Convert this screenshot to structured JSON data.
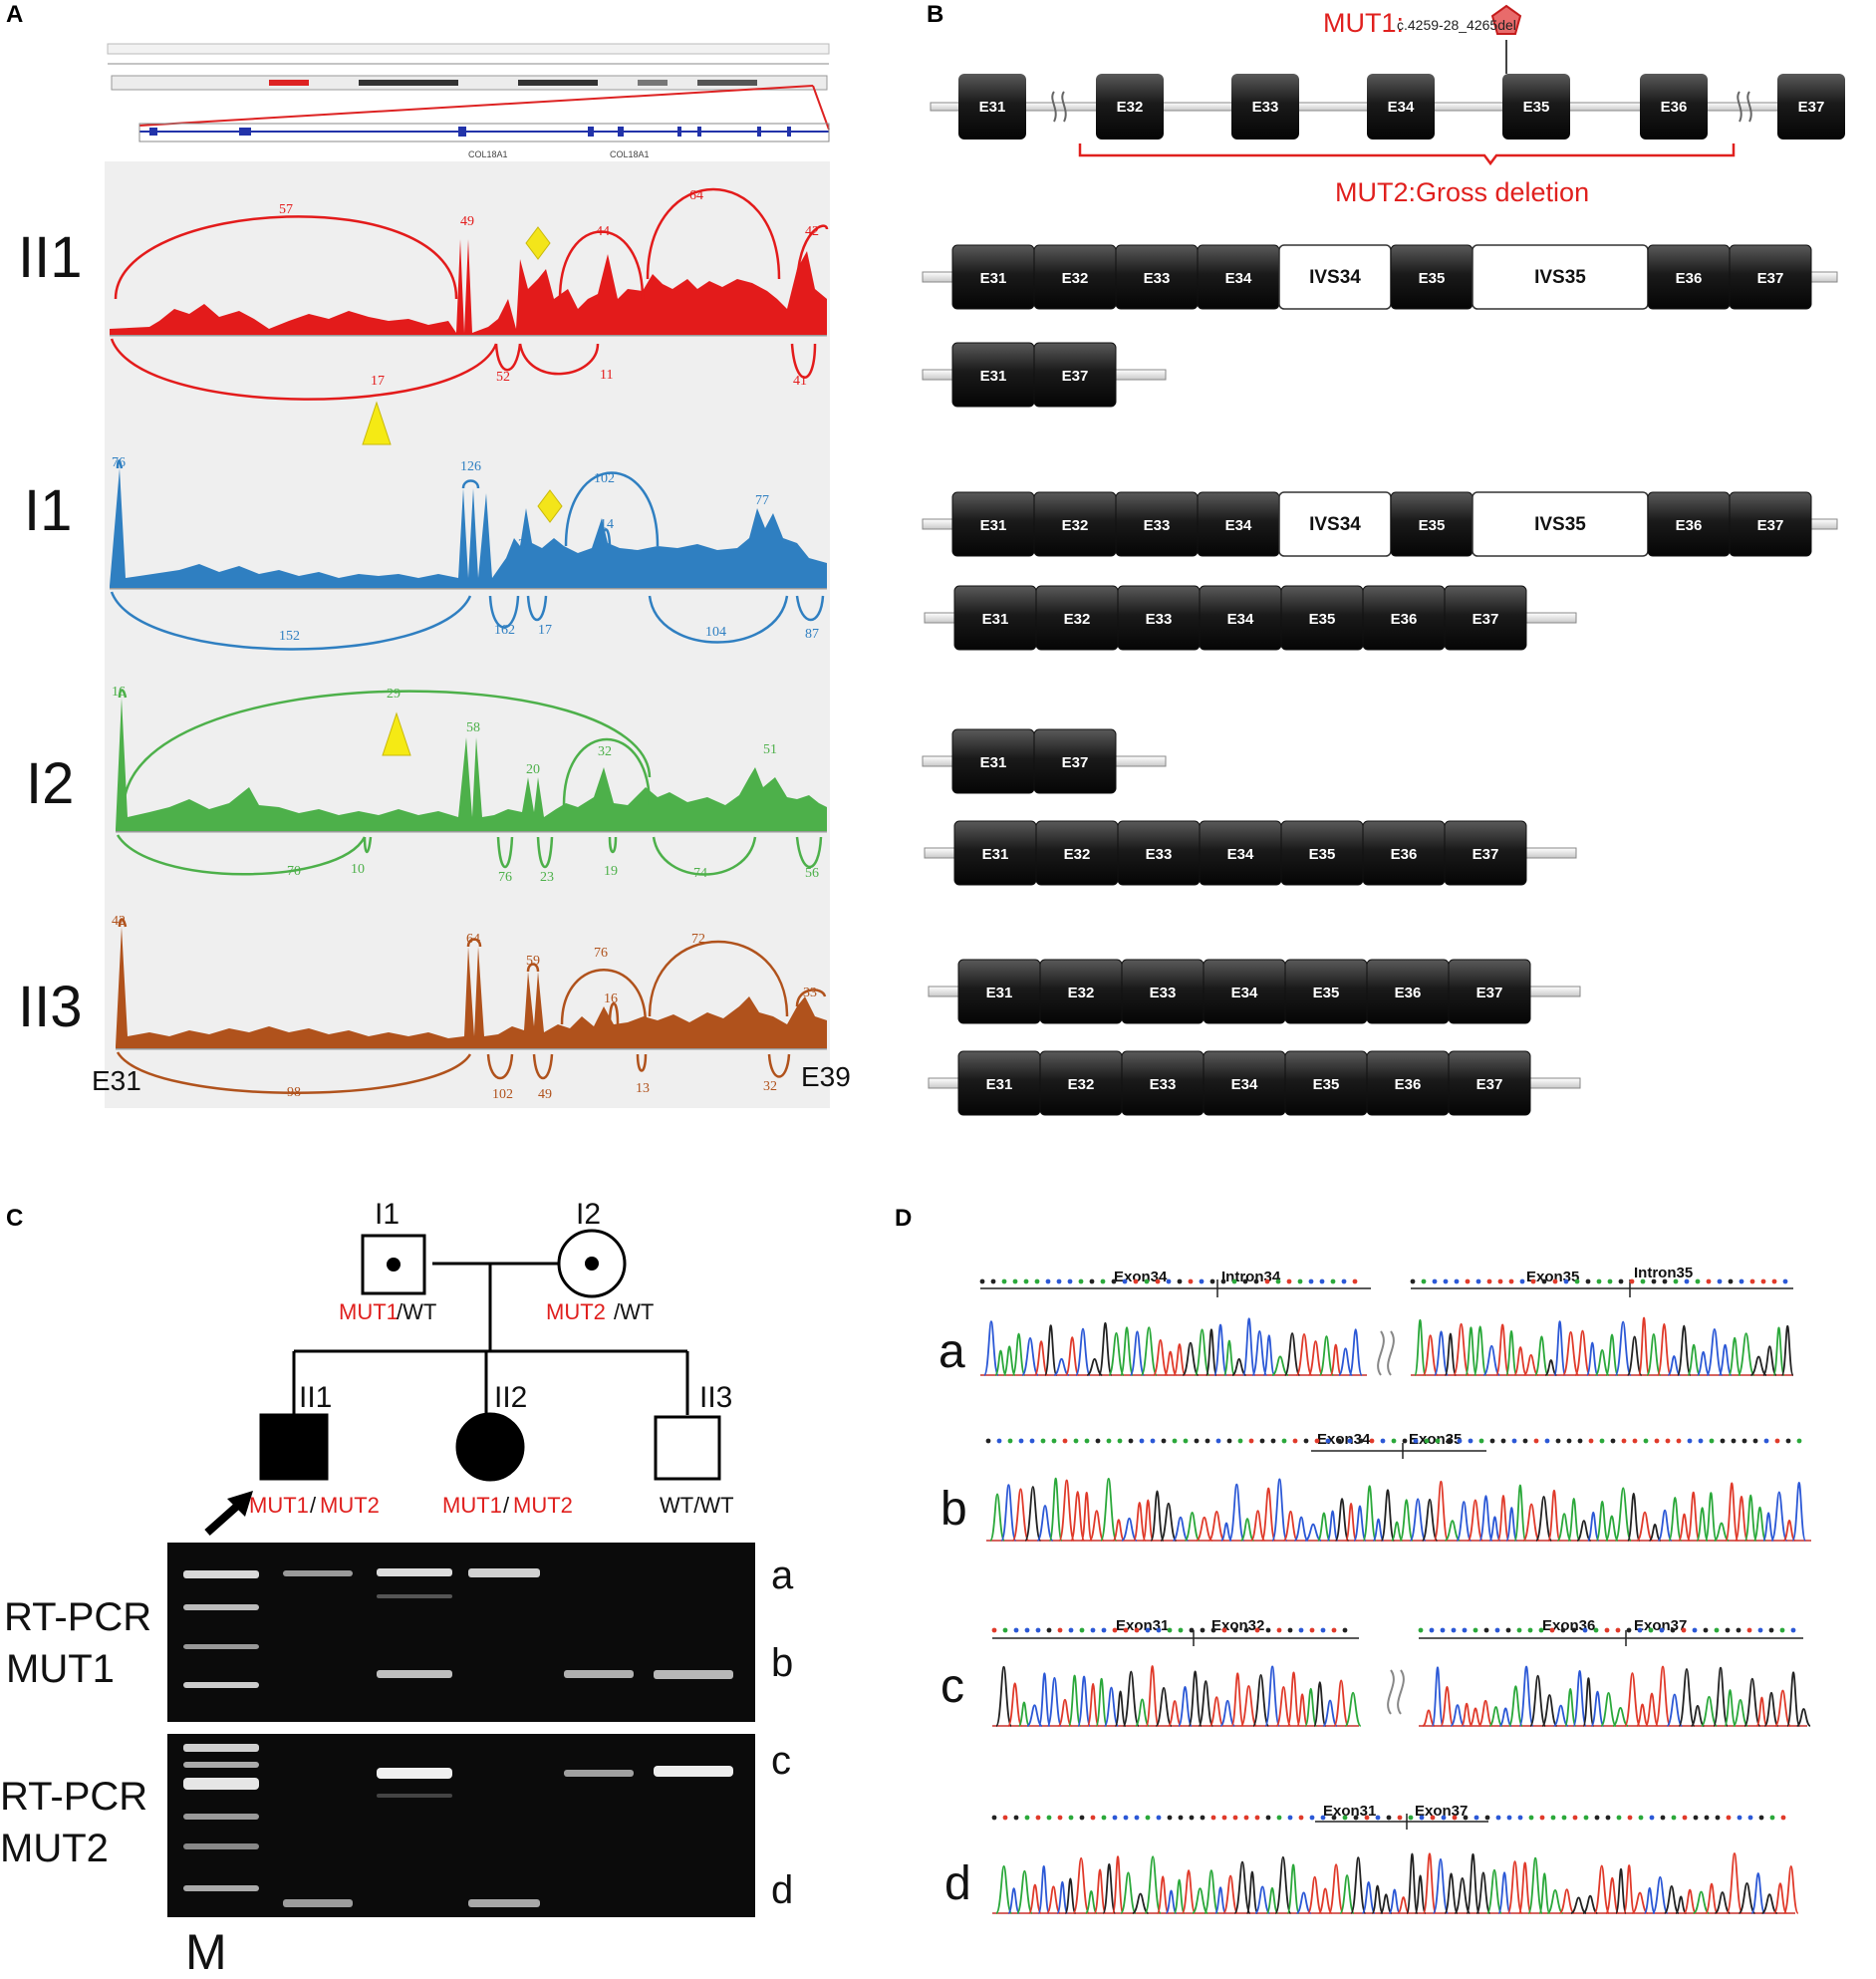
{
  "panels": {
    "a": "A",
    "b": "B",
    "c": "C",
    "d": "D"
  },
  "panel_a": {
    "samples": [
      "II1",
      "I1",
      "I2",
      "II3"
    ],
    "colors": {
      "II1": "#e31b1b",
      "I1": "#2f7fc1",
      "I2": "#4db04a",
      "II3": "#b0521c"
    },
    "junctions": {
      "II1": {
        "upper": [
          "57",
          "49",
          "44",
          "64",
          "42"
        ],
        "lower": [
          "17",
          "52",
          "11",
          "41"
        ]
      },
      "I1": {
        "upper": [
          "76",
          "126",
          "24",
          "102",
          "14",
          "77"
        ],
        "lower": [
          "152",
          "162",
          "17",
          "104",
          "87"
        ]
      },
      "I2": {
        "upper": [
          "16",
          "29",
          "58",
          "20",
          "32",
          "51"
        ],
        "lower": [
          "70",
          "10",
          "76",
          "23",
          "19",
          "74",
          "56"
        ]
      },
      "II3": {
        "upper": [
          "42",
          "64",
          "59",
          "76",
          "72",
          "16",
          "33"
        ],
        "lower": [
          "98",
          "102",
          "49",
          "13",
          "32"
        ]
      }
    },
    "start_label": "E31",
    "end_label": "E39",
    "gene_labels": [
      "COL18A1",
      "COL18A1"
    ]
  },
  "panel_b": {
    "mut1_prefix": "MUT1:",
    "mut1_detail": "c.4259-28_4265del",
    "mut2_label": "MUT2:Gross deletion",
    "gene_exons": [
      "E31",
      "E32",
      "E33",
      "E34",
      "E35",
      "E36",
      "E37"
    ],
    "ivs34": "IVS34",
    "ivs35": "IVS35"
  },
  "panel_c": {
    "pedigree": {
      "I1": {
        "label": "I1",
        "geno_mut": "MUT1",
        "geno_rest": "/WT"
      },
      "I2": {
        "label": "I2",
        "geno_mut": "MUT2",
        "geno_rest": "/WT"
      },
      "II1": {
        "label": "II1",
        "geno_a": "MUT1",
        "sep": "/",
        "geno_b": "MUT2"
      },
      "II2": {
        "label": "II2",
        "geno_a": "MUT1",
        "sep": "/",
        "geno_b": "MUT2"
      },
      "II3": {
        "label": "II3",
        "geno": "WT/WT"
      }
    },
    "gel": {
      "top_label_1": "RT-PCR",
      "top_label_2": "MUT1",
      "bottom_label_1": "RT-PCR",
      "bottom_label_2": "MUT2",
      "marker": "M",
      "bands": [
        "a",
        "b",
        "c",
        "d"
      ]
    }
  },
  "panel_d": {
    "rows": [
      "a",
      "b",
      "c",
      "d"
    ],
    "labels": {
      "a1": "Exon34",
      "a2": "Intron34",
      "a3": "Exon35",
      "a4": "Intron35",
      "b1": "Exon34",
      "b2": "Exon35",
      "c1": "Exon31",
      "c2": "Exon32",
      "c3": "Exon36",
      "c4": "Exon37",
      "d1": "Exon31",
      "d2": "Exon37"
    }
  },
  "colors": {
    "mutation_red": "#e0201e",
    "exon_dark": "#1c1c1c",
    "gel_bg": "#0b0b0b"
  }
}
